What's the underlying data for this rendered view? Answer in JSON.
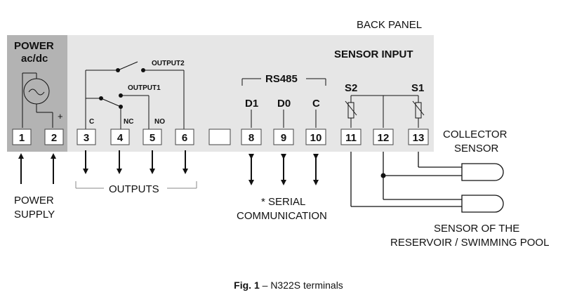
{
  "header": {
    "back_panel": "BACK PANEL",
    "sensor_input": "SENSOR INPUT"
  },
  "power": {
    "title_line1": "POWER",
    "title_line2": "ac/dc",
    "plus": "+"
  },
  "relay": {
    "output2": "OUTPUT2",
    "output1": "OUTPUT1",
    "c": "C",
    "nc": "NC",
    "no": "NO"
  },
  "rs485": {
    "title": "RS485",
    "d1": "D1",
    "d0": "D0",
    "c": "C"
  },
  "sensors": {
    "s2": "S2",
    "s1": "S1"
  },
  "terminals": [
    "1",
    "2",
    "3",
    "4",
    "5",
    "6",
    "",
    "8",
    "9",
    "10",
    "11",
    "12",
    "13"
  ],
  "labels": {
    "power_supply_1": "POWER",
    "power_supply_2": "SUPPLY",
    "outputs": "OUTPUTS",
    "serial_1": "* SERIAL",
    "serial_2": "COMMUNICATION",
    "collector_1": "COLLECTOR",
    "collector_2": "SENSOR",
    "reservoir_1": "SENSOR OF THE",
    "reservoir_2": "RESERVOIR / SWIMMING POOL"
  },
  "caption": {
    "fig": "Fig. 1",
    "dash": " – ",
    "text": "N322S terminals"
  },
  "colors": {
    "panel": "#e6e6e6",
    "power_panel": "#b3b3b3",
    "terminal": "#ffffff",
    "ink": "#111111"
  }
}
